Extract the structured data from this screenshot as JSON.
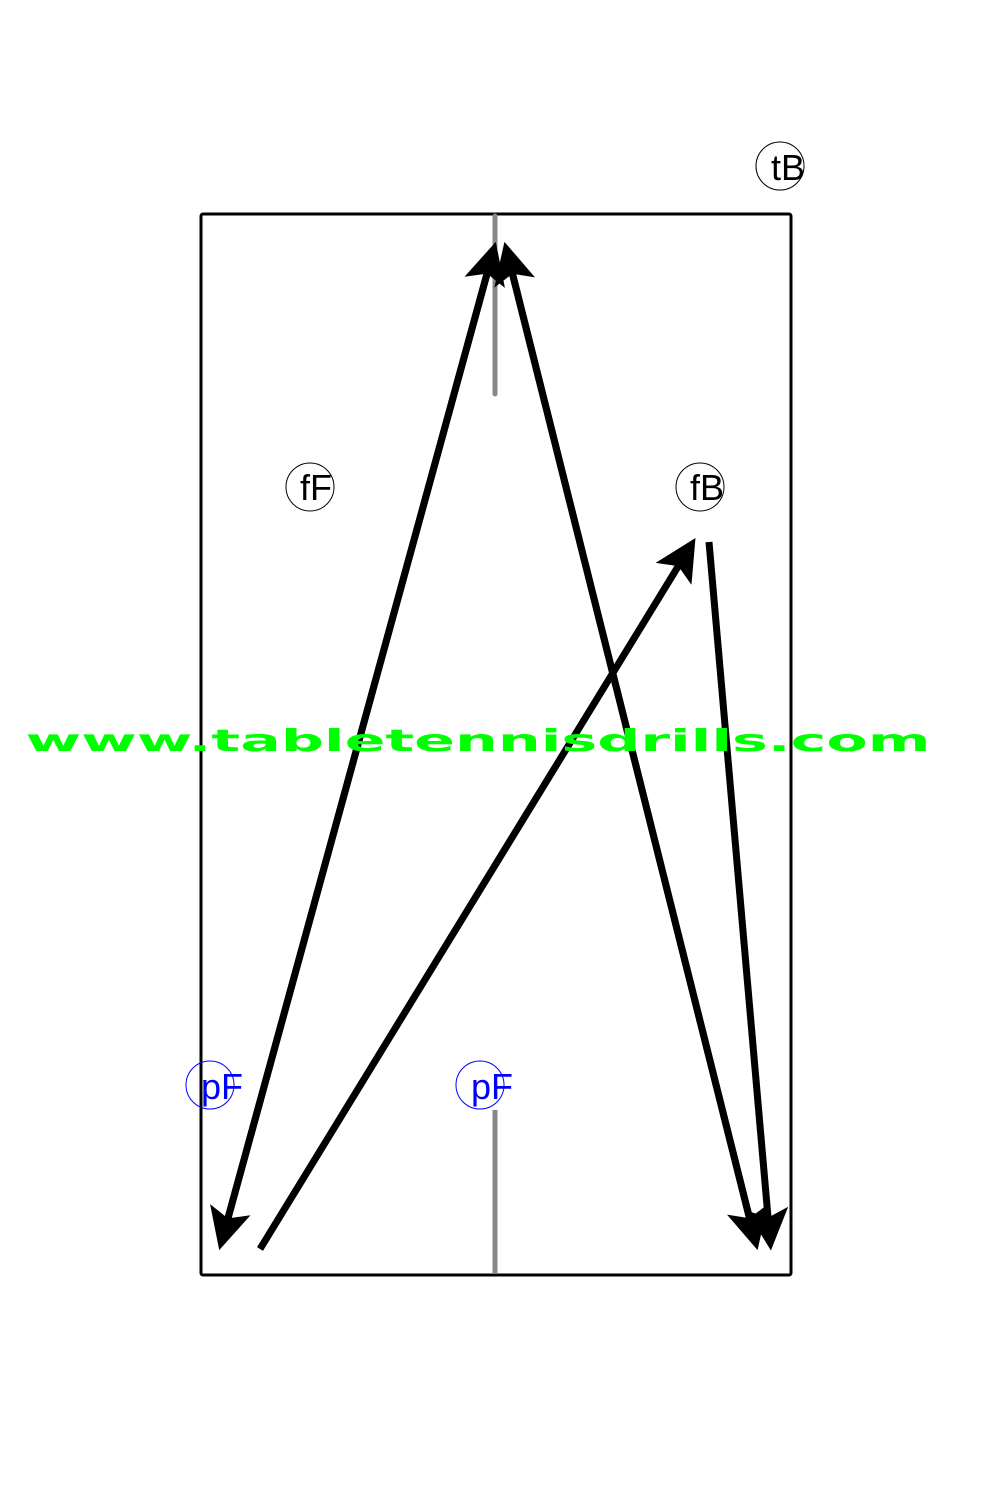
{
  "labels": {
    "top_right": "tB",
    "far_forehand": "fF",
    "far_backhand": "fB",
    "player_left": "pF",
    "player_center": "pF"
  },
  "watermark": "www.tabletennisdrills.com",
  "colors": {
    "table_border": "#000000",
    "center_line": "#888888",
    "arrow": "#000000",
    "opponent_label": "#000000",
    "player_label": "#0000ff",
    "watermark": "#00ff00"
  }
}
